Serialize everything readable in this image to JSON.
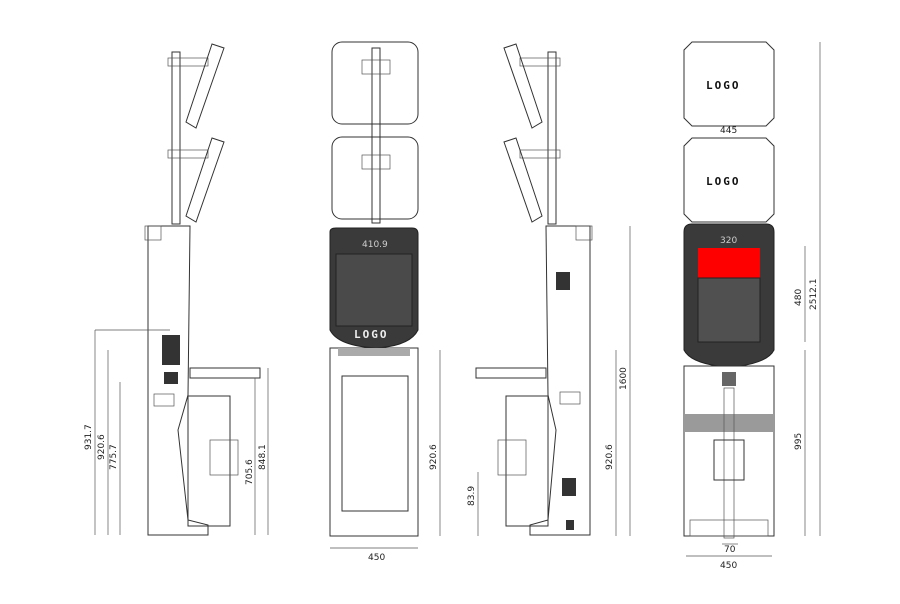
{
  "views": {
    "left_side": {
      "dims": [
        "931.7",
        "920.6",
        "775.7",
        "705.6",
        "848.1"
      ]
    },
    "front": {
      "screen_width": "410.9",
      "logo_text": "LOGO",
      "dims": [
        "920.6",
        "450"
      ]
    },
    "right_side": {
      "dims": [
        "1600",
        "920.6",
        "83.9"
      ]
    },
    "back": {
      "logo_text_top": "LOGO",
      "logo_text_bottom": "LOGO",
      "dims": [
        "445",
        "320",
        "480",
        "2512.1",
        "995",
        "70",
        "450"
      ]
    }
  },
  "colors": {
    "screen": "#3a3a3a",
    "panel": "#d9d9d9",
    "accent_red": "#ff0000",
    "band": "#9a9a9a"
  }
}
